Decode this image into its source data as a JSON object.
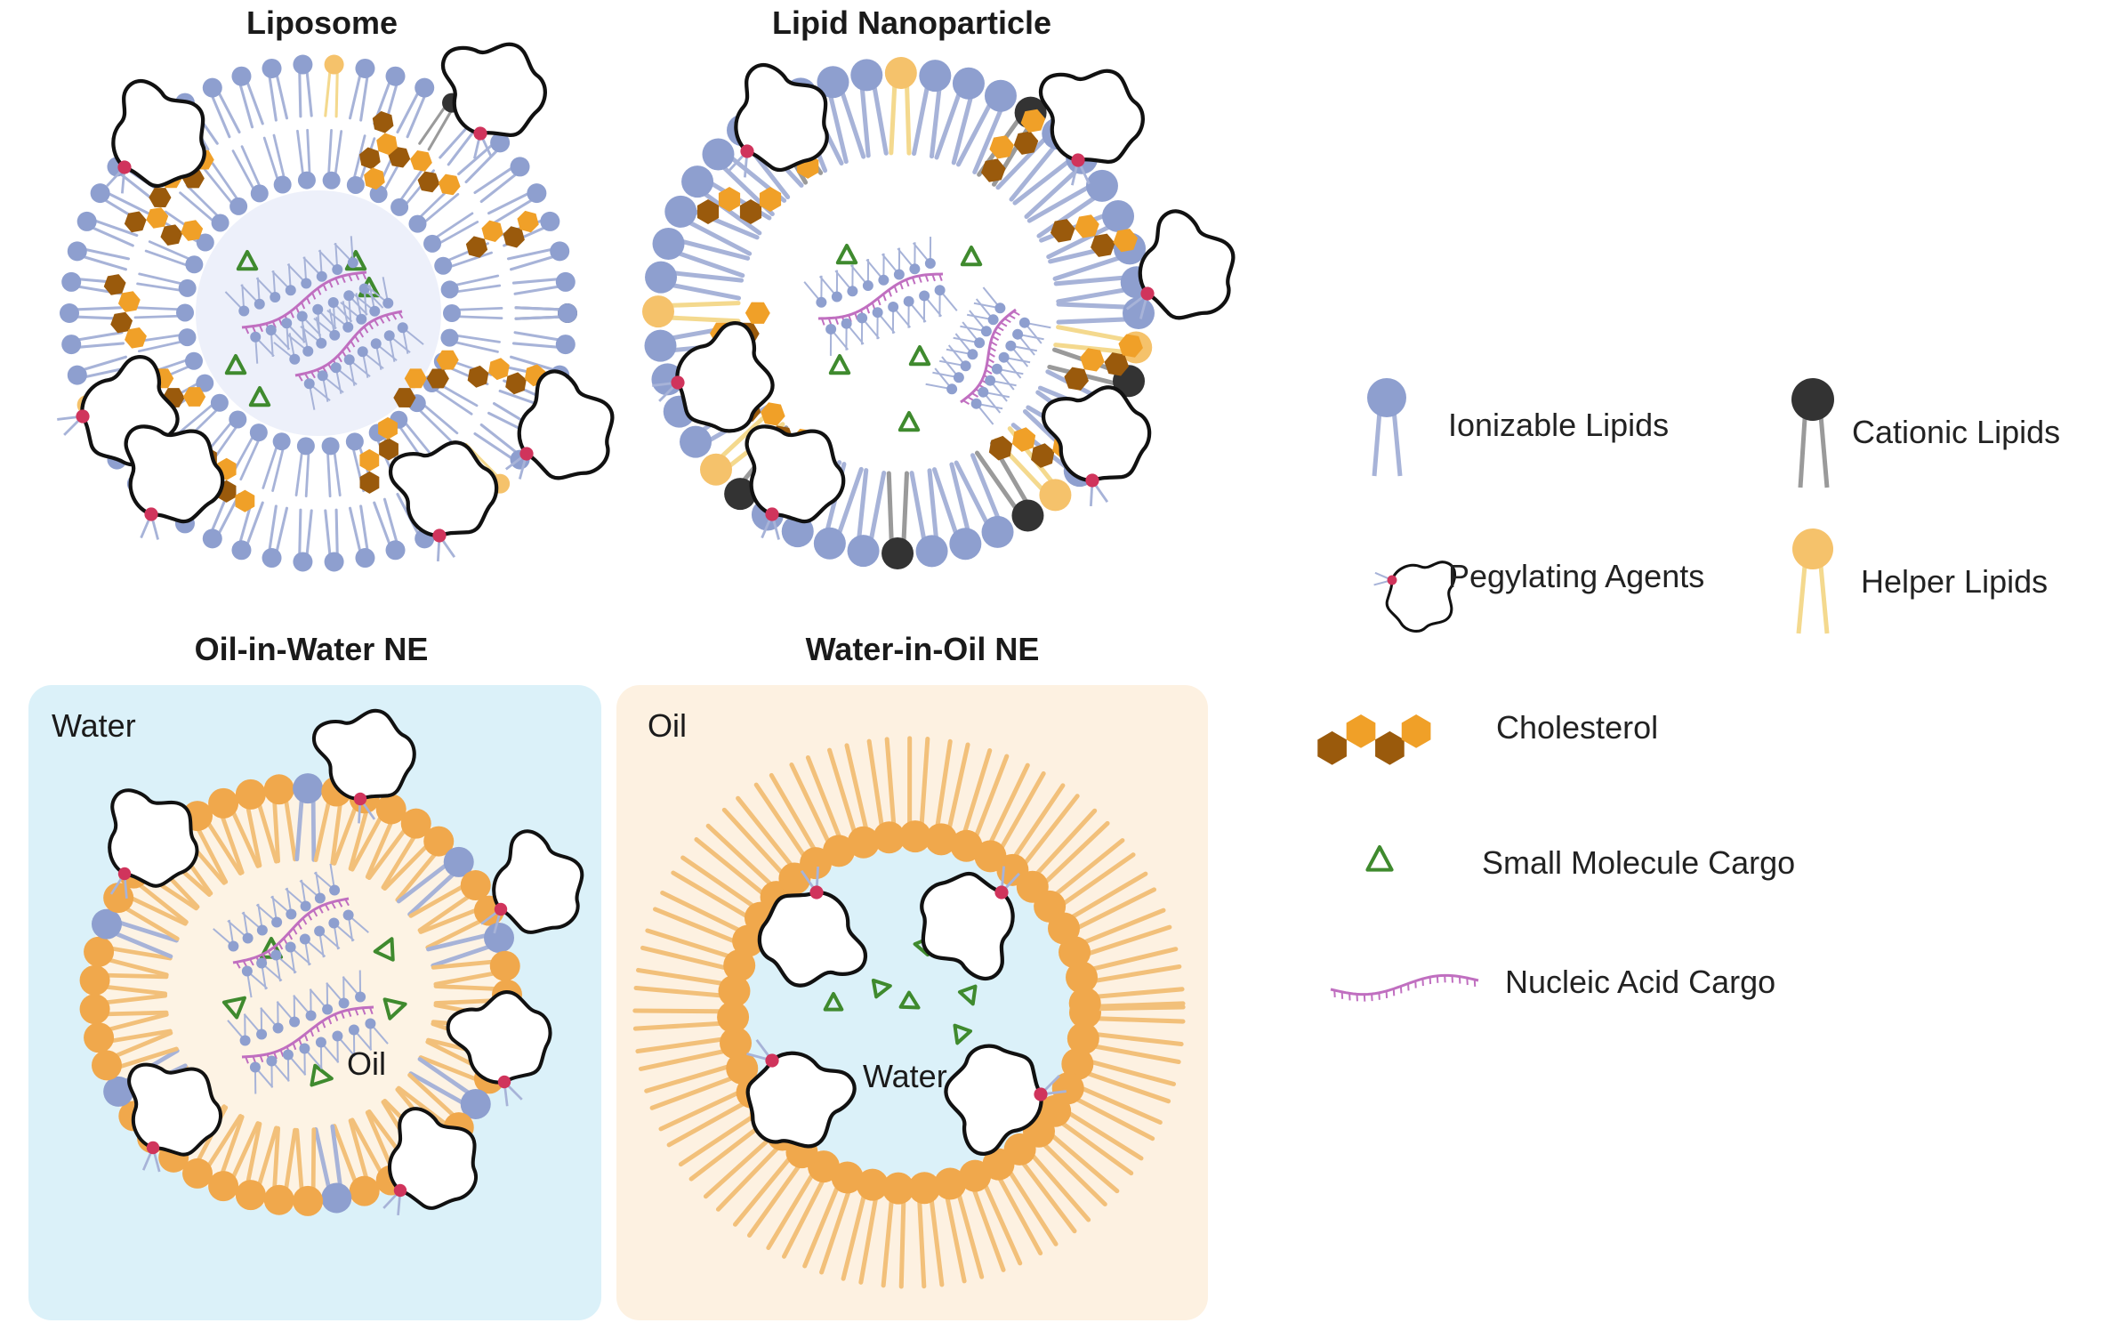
{
  "colors": {
    "ionizable": "#8e9fcf",
    "ionizable_tail": "#a7b3d8",
    "cationic": "#333333",
    "cationic_tail": "#9a9a9a",
    "helper": "#f5c26b",
    "helper_tail": "#f4d98e",
    "cholesterol_dark": "#9a5a0c",
    "cholesterol_light": "#f0a028",
    "oil_lipid": "#f0a84c",
    "oil_tail": "#f2c07a",
    "peg_dot": "#d0345c",
    "cargo_green": "#3f8a2e",
    "nucleic": "#c06fc0",
    "water_bg": "#dbf1f9",
    "oil_bg": "#fdf1e1",
    "core_blue": "#edf0fa"
  },
  "panels": {
    "liposome": {
      "title": "Liposome"
    },
    "lnp": {
      "title": "Lipid Nanoparticle"
    },
    "ow": {
      "title": "Oil-in-Water NE",
      "outer_label": "Water",
      "inner_label": "Oil"
    },
    "wo": {
      "title": "Water-in-Oil NE",
      "outer_label": "Oil",
      "inner_label": "Water"
    }
  },
  "legend": {
    "ionizable": {
      "label": "Ionizable Lipids",
      "icon": "ionizable-lipid-icon"
    },
    "cationic": {
      "label": "Cationic Lipids",
      "icon": "cationic-lipid-icon"
    },
    "peg": {
      "label": "Pegylating Agents",
      "icon": "pegylating-agent-icon"
    },
    "helper": {
      "label": "Helper Lipids",
      "icon": "helper-lipid-icon"
    },
    "cholesterol": {
      "label": "Cholesterol",
      "icon": "cholesterol-icon"
    },
    "small_molecule": {
      "label": "Small Molecule Cargo",
      "icon": "triangle-cargo-icon"
    },
    "nucleic": {
      "label": "Nucleic Acid Cargo",
      "icon": "nucleic-acid-icon"
    }
  }
}
